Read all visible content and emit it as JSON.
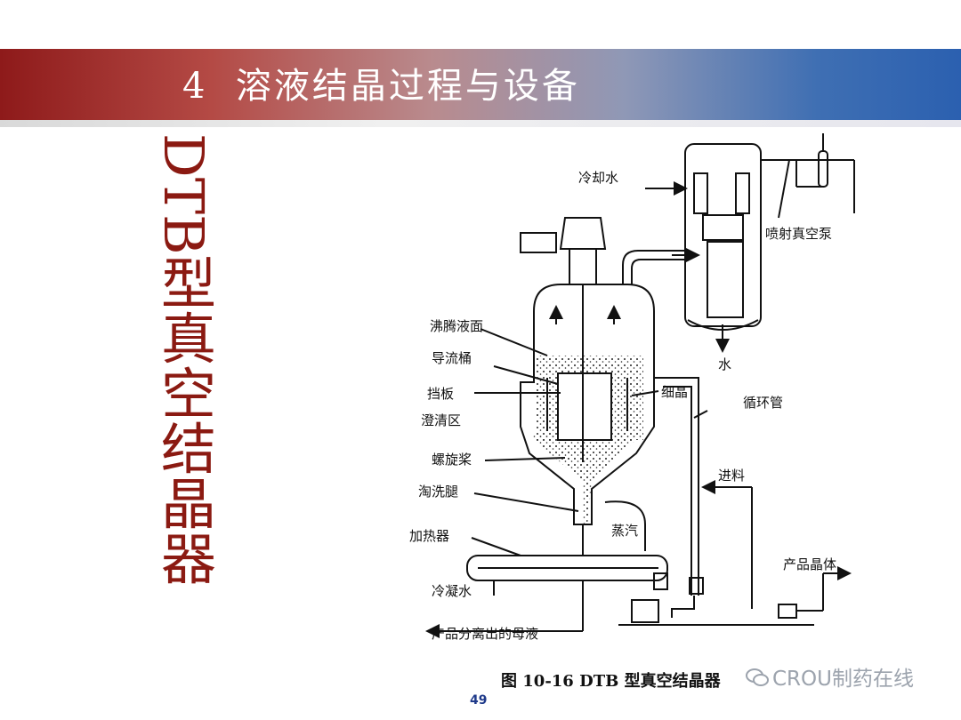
{
  "header": {
    "number": "4",
    "title": "溶液结晶过程与设备"
  },
  "side_title": "DTB型真空结晶器",
  "diagram": {
    "labels": {
      "cooling_water": "冷却水",
      "jet_vacuum_pump": "喷射真空泵",
      "boiling_surface": "沸腾液面",
      "draft_tube": "导流桶",
      "baffle": "挡板",
      "clarifying_zone": "澄清区",
      "fine_crystals": "细晶",
      "circulation_pipe": "循环管",
      "propeller": "螺旋桨",
      "feed": "进料",
      "elutriation_leg": "淘洗腿",
      "heater": "加热器",
      "steam": "蒸汽",
      "product_crystals": "产品晶体",
      "condensate": "冷凝水",
      "mother_liquor": "产品分离出的母液",
      "water": "水"
    },
    "caption": "图 10-16    DTB 型真空结晶器"
  },
  "page_number": "49",
  "watermark": "CROU制药在线"
}
